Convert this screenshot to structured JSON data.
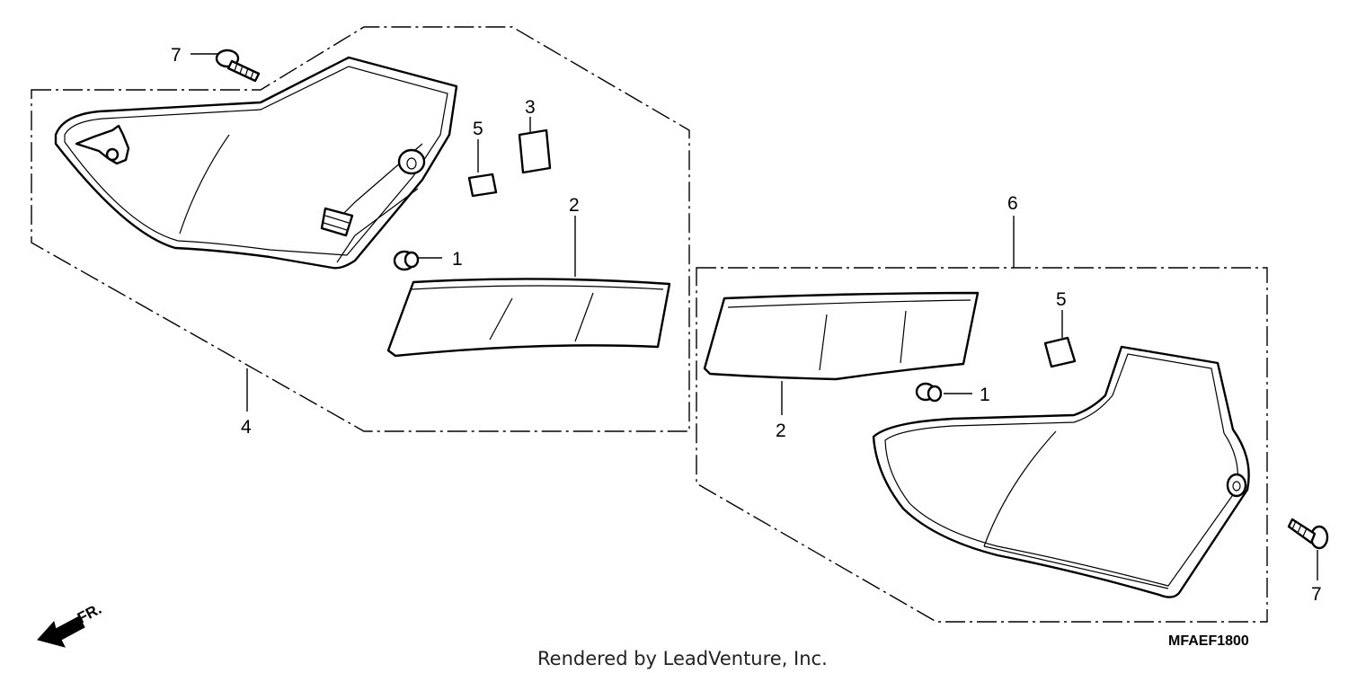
{
  "diagram": {
    "callouts": {
      "c7_top": "7",
      "c5_left": "5",
      "c3": "3",
      "c2_left": "2",
      "c1_left": "1",
      "c4": "4",
      "c6": "6",
      "c5_right": "5",
      "c1_right": "1",
      "c2_right": "2",
      "c7_bottom": "7"
    },
    "diagram_code": "MFAEF1800",
    "credit": "Rendered by LeadVenture, Inc.",
    "front_marker": "FR."
  }
}
